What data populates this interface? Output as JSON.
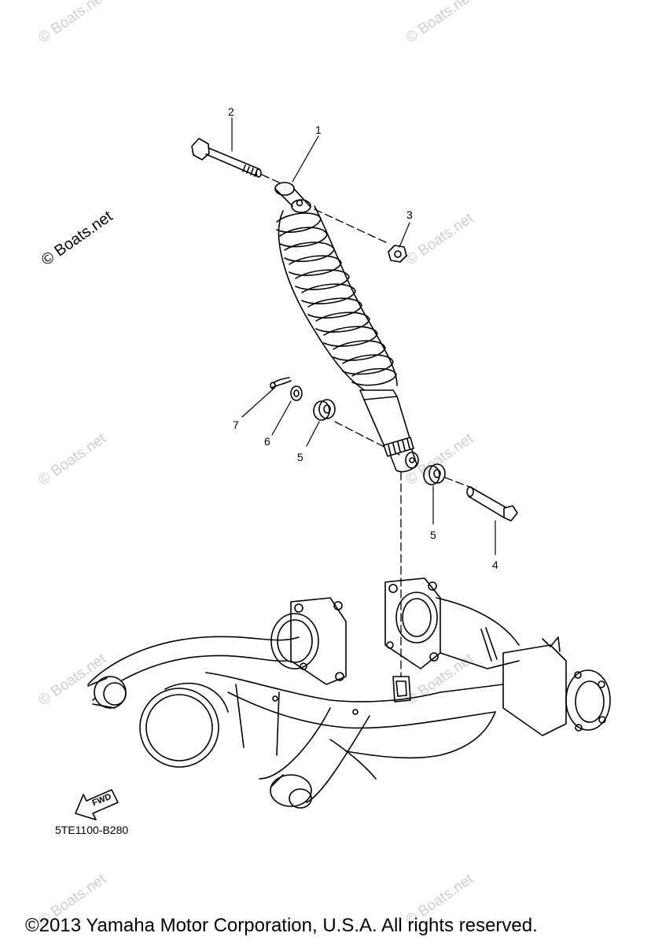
{
  "watermark": {
    "text": "© Boats.net"
  },
  "callouts": {
    "c1": "1",
    "c2": "2",
    "c3": "3",
    "c4": "4",
    "c5a": "5",
    "c5b": "5",
    "c6": "6",
    "c7": "7"
  },
  "fwd_label": "FWD",
  "diagram_code": "5TE1100-B280",
  "copyright": "©2013 Yamaha Motor Corporation, U.S.A. All rights reserved."
}
